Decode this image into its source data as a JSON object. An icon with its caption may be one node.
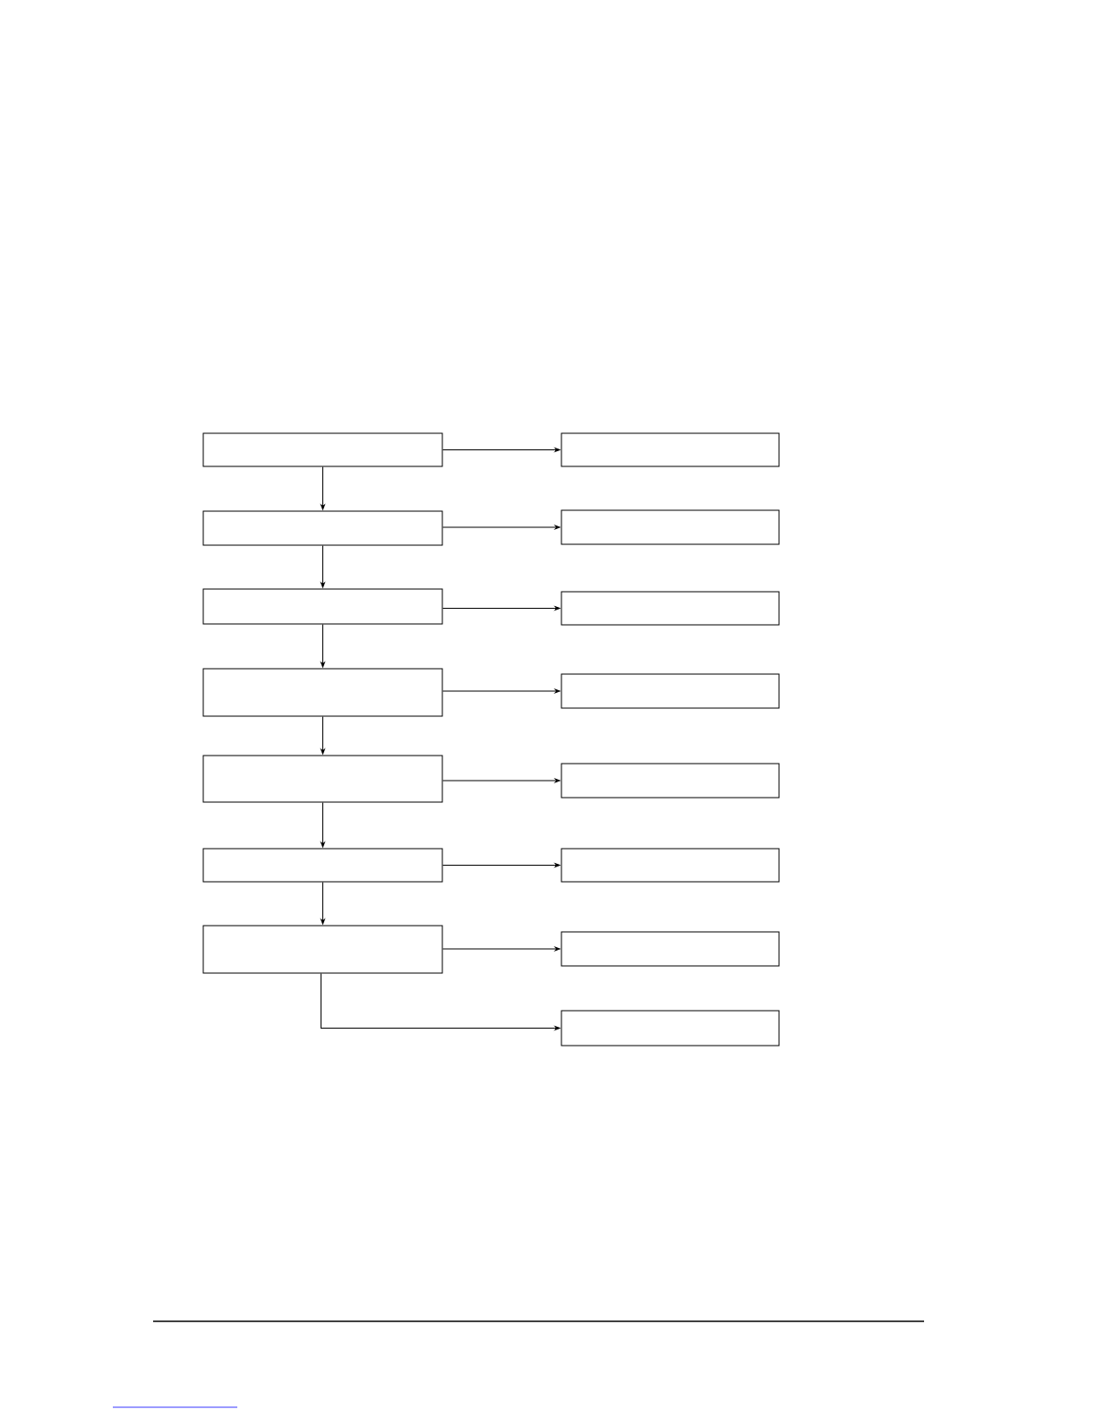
{
  "diagram": {
    "nodes": [
      {
        "text": [],
        "shape": "box"
      },
      {
        "text": [],
        "shape": "box"
      },
      {
        "text": [],
        "shape": "box"
      },
      {
        "text": [],
        "shape": "box"
      },
      {
        "text": [],
        "shape": "box"
      },
      {
        "text": [],
        "shape": "box"
      },
      {
        "text": [],
        "shape": "box"
      },
      {
        "text": [],
        "shape": "box"
      },
      {
        "text": [],
        "shape": "box"
      },
      {
        "text": [],
        "shape": "box"
      },
      {
        "text": [],
        "shape": "box"
      },
      {
        "text": [],
        "shape": "box"
      },
      {
        "text": [],
        "shape": "box"
      },
      {
        "text": [],
        "shape": "box"
      },
      {
        "text": [],
        "shape": "box"
      }
    ],
    "edges": [
      {
        "from": 0,
        "to": 1,
        "arrow": "to"
      },
      {
        "from": 0,
        "to": 2,
        "arrow": "to"
      },
      {
        "from": 2,
        "to": 3,
        "arrow": "to"
      },
      {
        "from": 2,
        "to": 4,
        "arrow": "to"
      },
      {
        "from": 4,
        "to": 5,
        "arrow": "to"
      },
      {
        "from": 4,
        "to": 6,
        "arrow": "to"
      },
      {
        "from": 6,
        "to": 7,
        "arrow": "to"
      },
      {
        "from": 6,
        "to": 8,
        "arrow": "to"
      },
      {
        "from": 8,
        "to": 9,
        "arrow": "to"
      },
      {
        "from": 8,
        "to": 10,
        "arrow": "to"
      },
      {
        "from": 10,
        "to": 11,
        "arrow": "to"
      },
      {
        "from": 10,
        "to": 12,
        "arrow": "to"
      },
      {
        "from": 12,
        "to": 13,
        "arrow": "to"
      },
      {
        "from": 12,
        "to": 14,
        "arrow": "to"
      }
    ]
  }
}
